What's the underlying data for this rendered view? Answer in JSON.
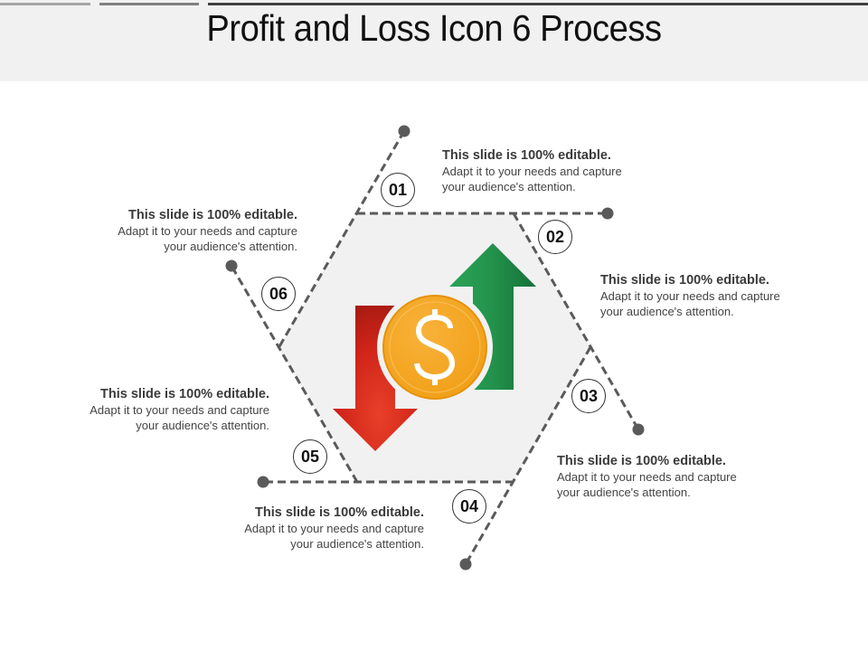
{
  "header": {
    "title": "Profit and Loss Icon 6 Process",
    "topbar_colors": [
      "#a6a6a6",
      "#808080",
      "#404040"
    ]
  },
  "diagram": {
    "center_icon": "profit-loss-dollar-icon",
    "colors": {
      "hexagon_fill": "#f1f1f1",
      "dashed_line": "#5a5a5a",
      "coin": "#f4a51c",
      "coin_rim": "#e4920c",
      "up_arrow": "#1f8a46",
      "down_arrow": "#d42a1c"
    },
    "steps": [
      {
        "number": "01",
        "heading": "This slide is 100% editable.",
        "line1": "Adapt it to your needs and capture",
        "line2": "your audience's attention."
      },
      {
        "number": "02",
        "heading": "This slide is 100% editable.",
        "line1": "Adapt it to your needs and capture",
        "line2": "your audience's attention."
      },
      {
        "number": "03",
        "heading": "This slide is 100% editable.",
        "line1": "Adapt it to your needs and capture",
        "line2": "your audience's attention."
      },
      {
        "number": "04",
        "heading": "This slide is 100% editable.",
        "line1": "Adapt it to your needs and capture",
        "line2": "your audience's attention."
      },
      {
        "number": "05",
        "heading": "This slide is 100% editable.",
        "line1": "Adapt it to your needs and capture",
        "line2": "your audience's attention."
      },
      {
        "number": "06",
        "heading": "This slide is 100% editable.",
        "line1": "Adapt it to your needs and capture",
        "line2": "your audience's attention."
      }
    ]
  }
}
